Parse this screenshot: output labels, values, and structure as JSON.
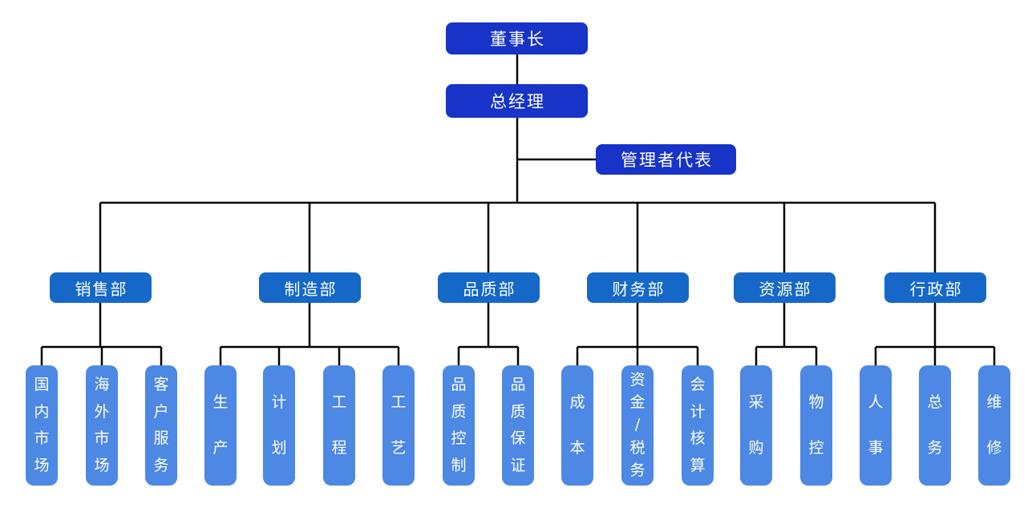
{
  "chart_type": "organization-chart",
  "nodes": {
    "chairman": "董事长",
    "general_manager": "总经理",
    "management_representative": "管理者代表"
  },
  "departments": [
    {
      "label": "销售部",
      "children": [
        "国内市场",
        "海外市场",
        "客户服务"
      ]
    },
    {
      "label": "制造部",
      "children": [
        "生产",
        "计划",
        "工程",
        "工艺"
      ]
    },
    {
      "label": "品质部",
      "children": [
        "品质控制",
        "品质保证"
      ]
    },
    {
      "label": "财务部",
      "children": [
        "成本",
        "资金/税务",
        "会计核算"
      ]
    },
    {
      "label": "资源部",
      "children": [
        "采购",
        "物控"
      ]
    },
    {
      "label": "行政部",
      "children": [
        "人事",
        "总务",
        "维修"
      ]
    }
  ],
  "colors": {
    "executive_box": "#1733c8",
    "department_box": "#1568c8",
    "unit_box": "#4c88e4",
    "box_text": "#ffffff",
    "connector": "#000000",
    "background": "#ffffff"
  }
}
